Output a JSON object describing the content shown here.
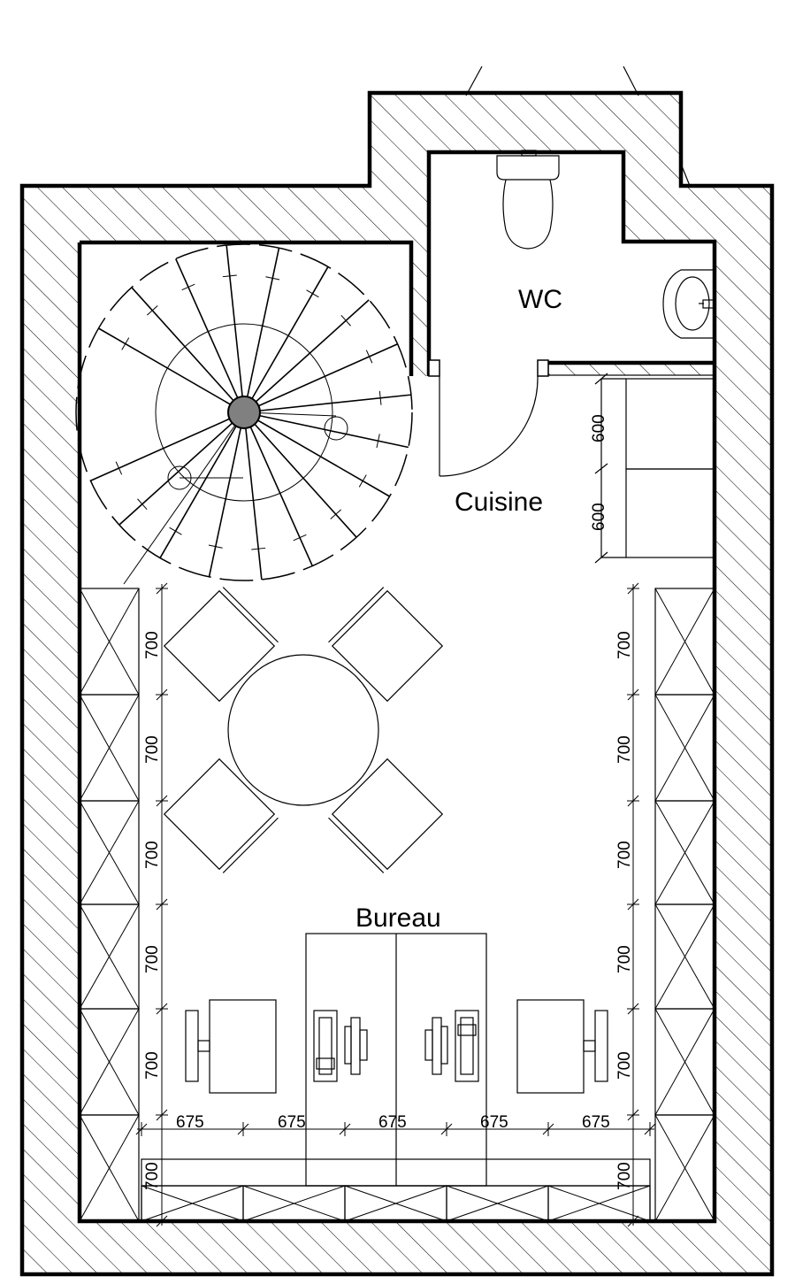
{
  "rooms": {
    "wc": "WC",
    "cuisine": "Cuisine",
    "bureau": "Bureau"
  },
  "dimensions": {
    "kitchen_unit": "600",
    "module_height": "700",
    "module_width": "675"
  },
  "colors": {
    "line": "#000000",
    "stair_post": "#808080",
    "background": "#ffffff"
  }
}
